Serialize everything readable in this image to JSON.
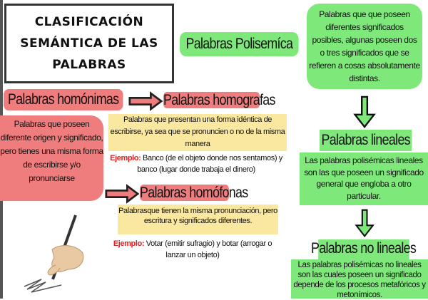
{
  "title": [
    "CLASIFICACIÓN",
    "SEMÁNTICA DE LAS",
    "PALABRAS"
  ],
  "polisemica": {
    "heading": "Palabras Polisemíca",
    "description": "Palabras que que poseen diferentes significados posibles, algunas poseen dos o tres significados que se refieren a cosas absolutamente distintas.",
    "lineales": {
      "heading": "Palabras lineales",
      "description": "Las palabras polisémicas lineales son las que poseen un significado general que engloba a otro particular."
    },
    "no_lineales": {
      "heading": "Palabras no lineales",
      "description": "Las palabras polisémicas no lineales son las cuales poseen un significado depende de los procesos metafóricos y metonímicos."
    }
  },
  "homonimas": {
    "heading": "Palabras homónimas",
    "description": "Palabras que  poseen diferente origen y significado, pero tienes una misma forma de escribirse y/o pronunciarse",
    "homografas": {
      "heading_highlight": "Palabras homogra",
      "heading_rest": "fas",
      "description": "Palabras que presentan una forma idéntica de escribirse, ya sea que se pronuncien o no de la misma manera",
      "example_label": "Ejemplo:",
      "example": " Banco (de el objeto donde nos sentamos) y banco (lugar donde trabaja el dinero)"
    },
    "homofonas": {
      "heading_highlight": "Palabras homófo",
      "heading_rest": "nas",
      "description": "Palabrasque tienen la misma pronunciación, pero escritura y significados diferentes.",
      "example_label": "Ejemplo:",
      "example": " Votar (emitir sufragio) y botar (arrogar o lanzar un objeto)"
    }
  },
  "colors": {
    "green": "#7ee97a",
    "red": "#f07d7d",
    "yellow": "#fbe8a0"
  },
  "illustration": "hand-writing-with-pen"
}
